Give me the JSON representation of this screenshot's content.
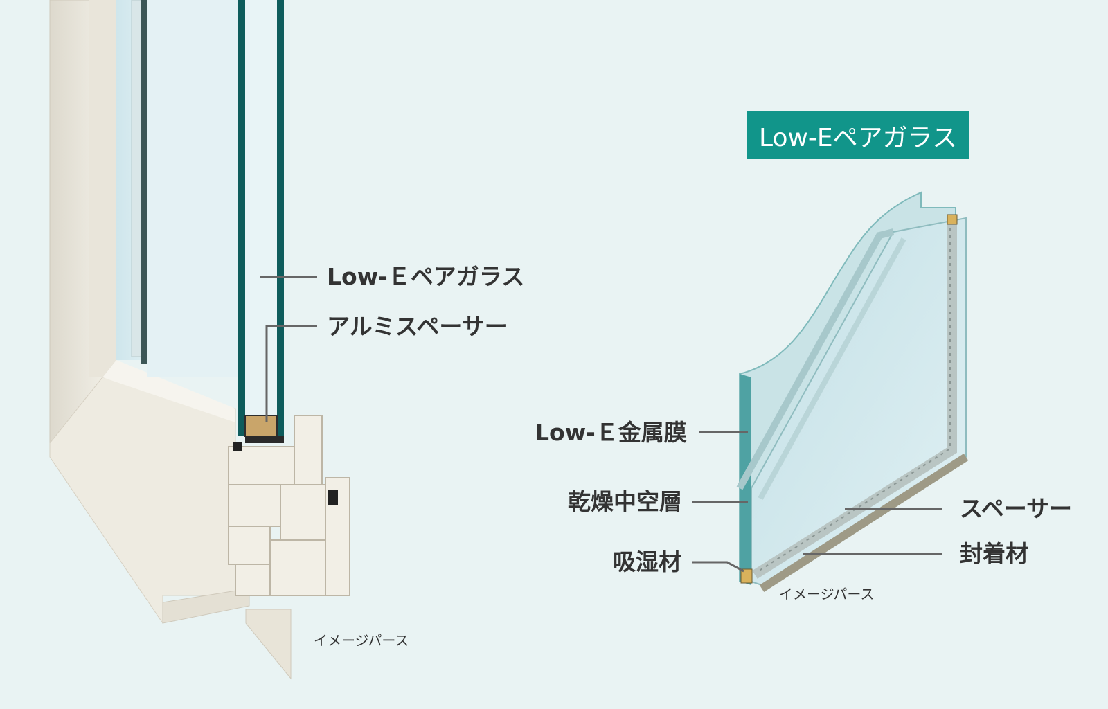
{
  "window_section": {
    "labels": {
      "low_e_pair_glass": "Low-Ｅペアガラス",
      "aluminum_spacer": "アルミスペーサー"
    },
    "caption": "イメージパース"
  },
  "glass_unit": {
    "badge": "Low-Eペアガラス",
    "labels": {
      "low_e_metal_film": "Low-Ｅ金属膜",
      "dry_air_layer": "乾燥中空層",
      "desiccant": "吸湿材",
      "spacer": "スペーサー",
      "sealant": "封着材"
    },
    "caption": "イメージパース"
  },
  "colors": {
    "background": "#e9f3f3",
    "badge": "#11958a",
    "glass_edge": "#0e5c5c",
    "frame": "#ece8dd",
    "text": "#333333"
  }
}
